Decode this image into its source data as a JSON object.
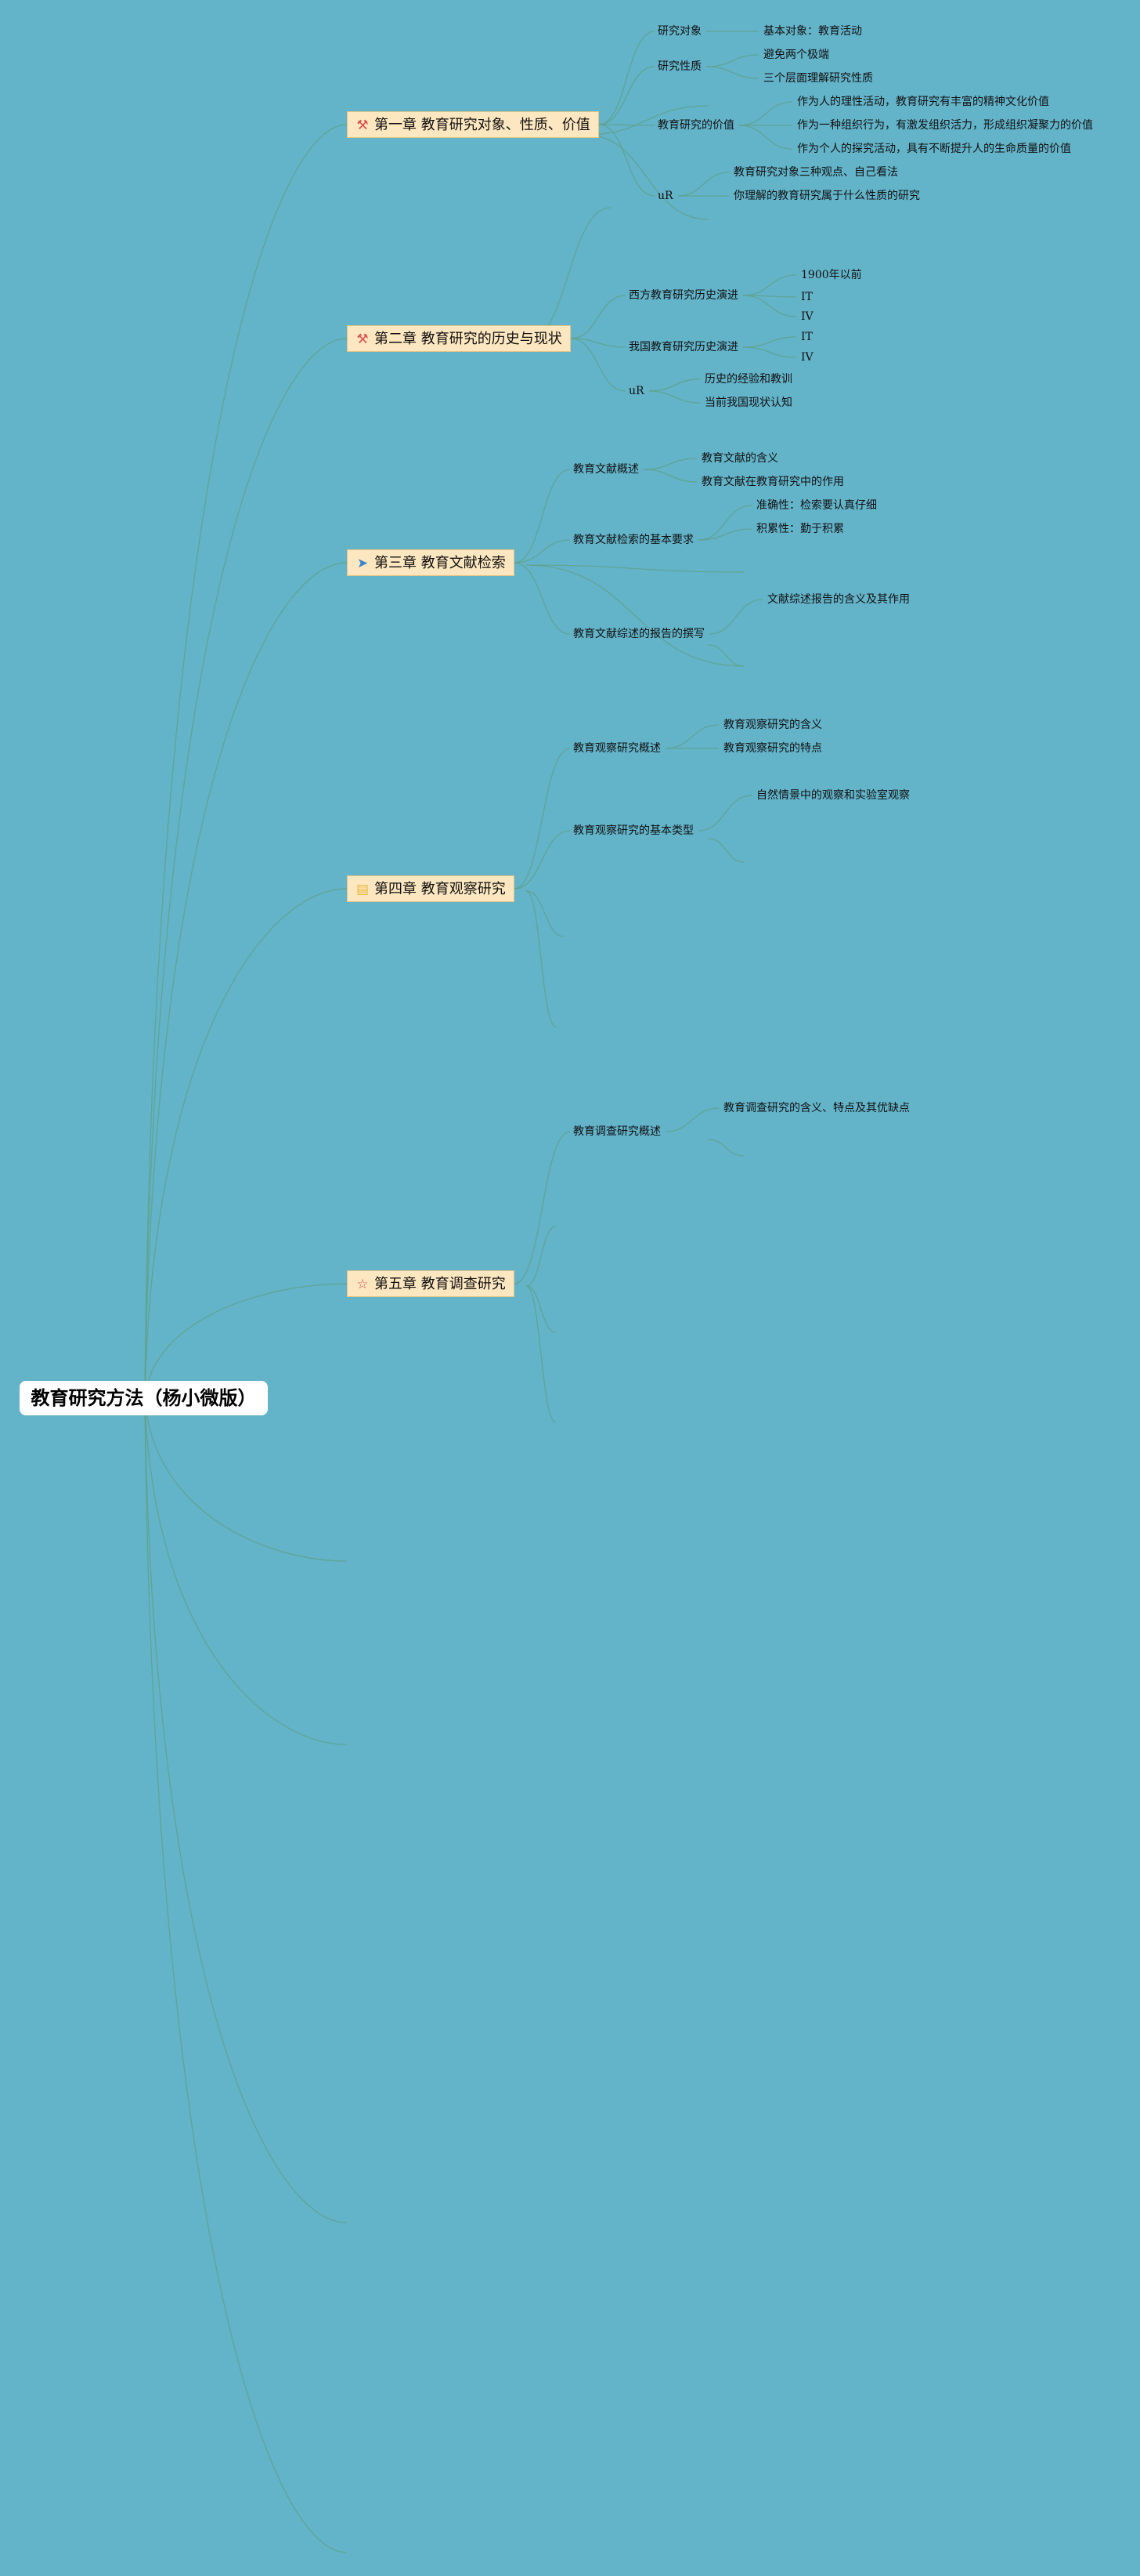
{
  "root": {
    "label": "教育研究方法（杨小微版）"
  },
  "chapters": [
    {
      "label": "第一章 教育研究对象、性质、价值",
      "icon": "magic-wand-icon",
      "glyph": "⚒",
      "icon_color": "#d9534f",
      "branches": [
        {
          "label": "研究对象",
          "leaves": [
            "基本对象：教育活动"
          ]
        },
        {
          "label": "研究性质",
          "leaves": [
            "避免两个极端",
            "三个层面理解研究性质"
          ]
        },
        {
          "label": "教育研究的价值",
          "leaves": [
            "作为人的理性活动，教育研究有丰富的精神文化价值",
            "作为一种组织行为，有激发组织活力，形成组织凝聚力的价值",
            "作为个人的探究活动，具有不断提升人的生命质量的价值"
          ]
        },
        {
          "label": "uR",
          "leaves": [
            "教育研究对象三种观点、自己看法",
            "你理解的教育研究属于什么性质的研究"
          ]
        }
      ]
    },
    {
      "label": "第二章 教育研究的历史与现状",
      "icon": "magic-wand-icon",
      "glyph": "⚒",
      "icon_color": "#d9534f",
      "branches": [
        {
          "label": "西方教育研究历史演进",
          "leaves": [
            "1900年以前",
            "IT",
            "IV"
          ]
        },
        {
          "label": "我国教育研究历史演进",
          "leaves": [
            "IT",
            "IV"
          ]
        },
        {
          "label": "uR",
          "leaves": [
            "历史的经验和教训",
            "当前我国现状认知"
          ]
        }
      ]
    },
    {
      "label": "第三章 教育文献检索",
      "icon": "paper-plane-icon",
      "glyph": "➤",
      "icon_color": "#3a86c8",
      "branches": [
        {
          "label": "教育文献概述",
          "leaves": [
            "教育文献的含义",
            "教育文献在教育研究中的作用"
          ]
        },
        {
          "label": "教育文献检索的基本要求",
          "leaves": [
            "准确性：检索要认真仔细",
            "积累性：勤于积累"
          ]
        },
        {
          "label": "教育文献综述的报告的撰写",
          "leaves": [
            "文献综述报告的含义及其作用"
          ]
        }
      ]
    },
    {
      "label": "第四章 教育观察研究",
      "icon": "notepad-icon",
      "glyph": "▤",
      "icon_color": "#e8b63a",
      "branches": [
        {
          "label": "教育观察研究概述",
          "leaves": [
            "教育观察研究的含义",
            "教育观察研究的特点"
          ]
        },
        {
          "label": "教育观察研究的基本类型",
          "leaves": [
            "自然情景中的观察和实验室观察"
          ]
        }
      ]
    },
    {
      "label": "第五章 教育调查研究",
      "icon": "star-icon",
      "glyph": "☆",
      "icon_color": "#d9534f",
      "branches": [
        {
          "label": "教育调查研究概述",
          "leaves": [
            "教育调查研究的含义、特点及其优缺点"
          ]
        }
      ]
    }
  ]
}
